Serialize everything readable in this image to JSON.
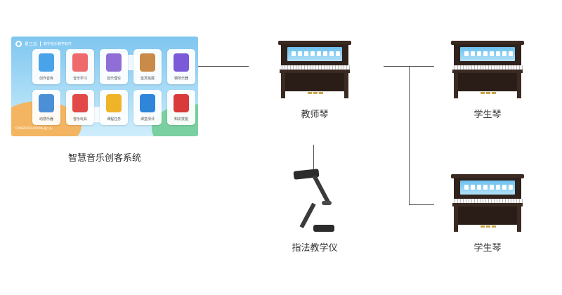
{
  "software": {
    "brand": "星三乐",
    "subtitle": "数字音乐教学软件",
    "caption": "智慧音乐创客系统",
    "footer": "CONGRATULATIONS 星三乐",
    "tiles": [
      {
        "label": "创作音库",
        "color": "#4aa3e8"
      },
      {
        "label": "音乐学习",
        "color": "#ef6b6b"
      },
      {
        "label": "音乐理论",
        "color": "#8f6fd6"
      },
      {
        "label": "鉴赏拓展",
        "color": "#c98a4a"
      },
      {
        "label": "钢琴乐器",
        "color": "#7a5ad8"
      },
      {
        "label": "动感乐器",
        "color": "#4b8fd6"
      },
      {
        "label": "音乐玩具",
        "color": "#e24a4a"
      },
      {
        "label": "课程任务",
        "color": "#f0b429"
      },
      {
        "label": "课堂测评",
        "color": "#2f86d9"
      },
      {
        "label": "知识技能",
        "color": "#d93b3b"
      }
    ]
  },
  "devices": {
    "teacher_piano": "教师琴",
    "student_piano_1": "学生琴",
    "student_piano_2": "学生琴",
    "finger_device": "指法教学仪"
  }
}
